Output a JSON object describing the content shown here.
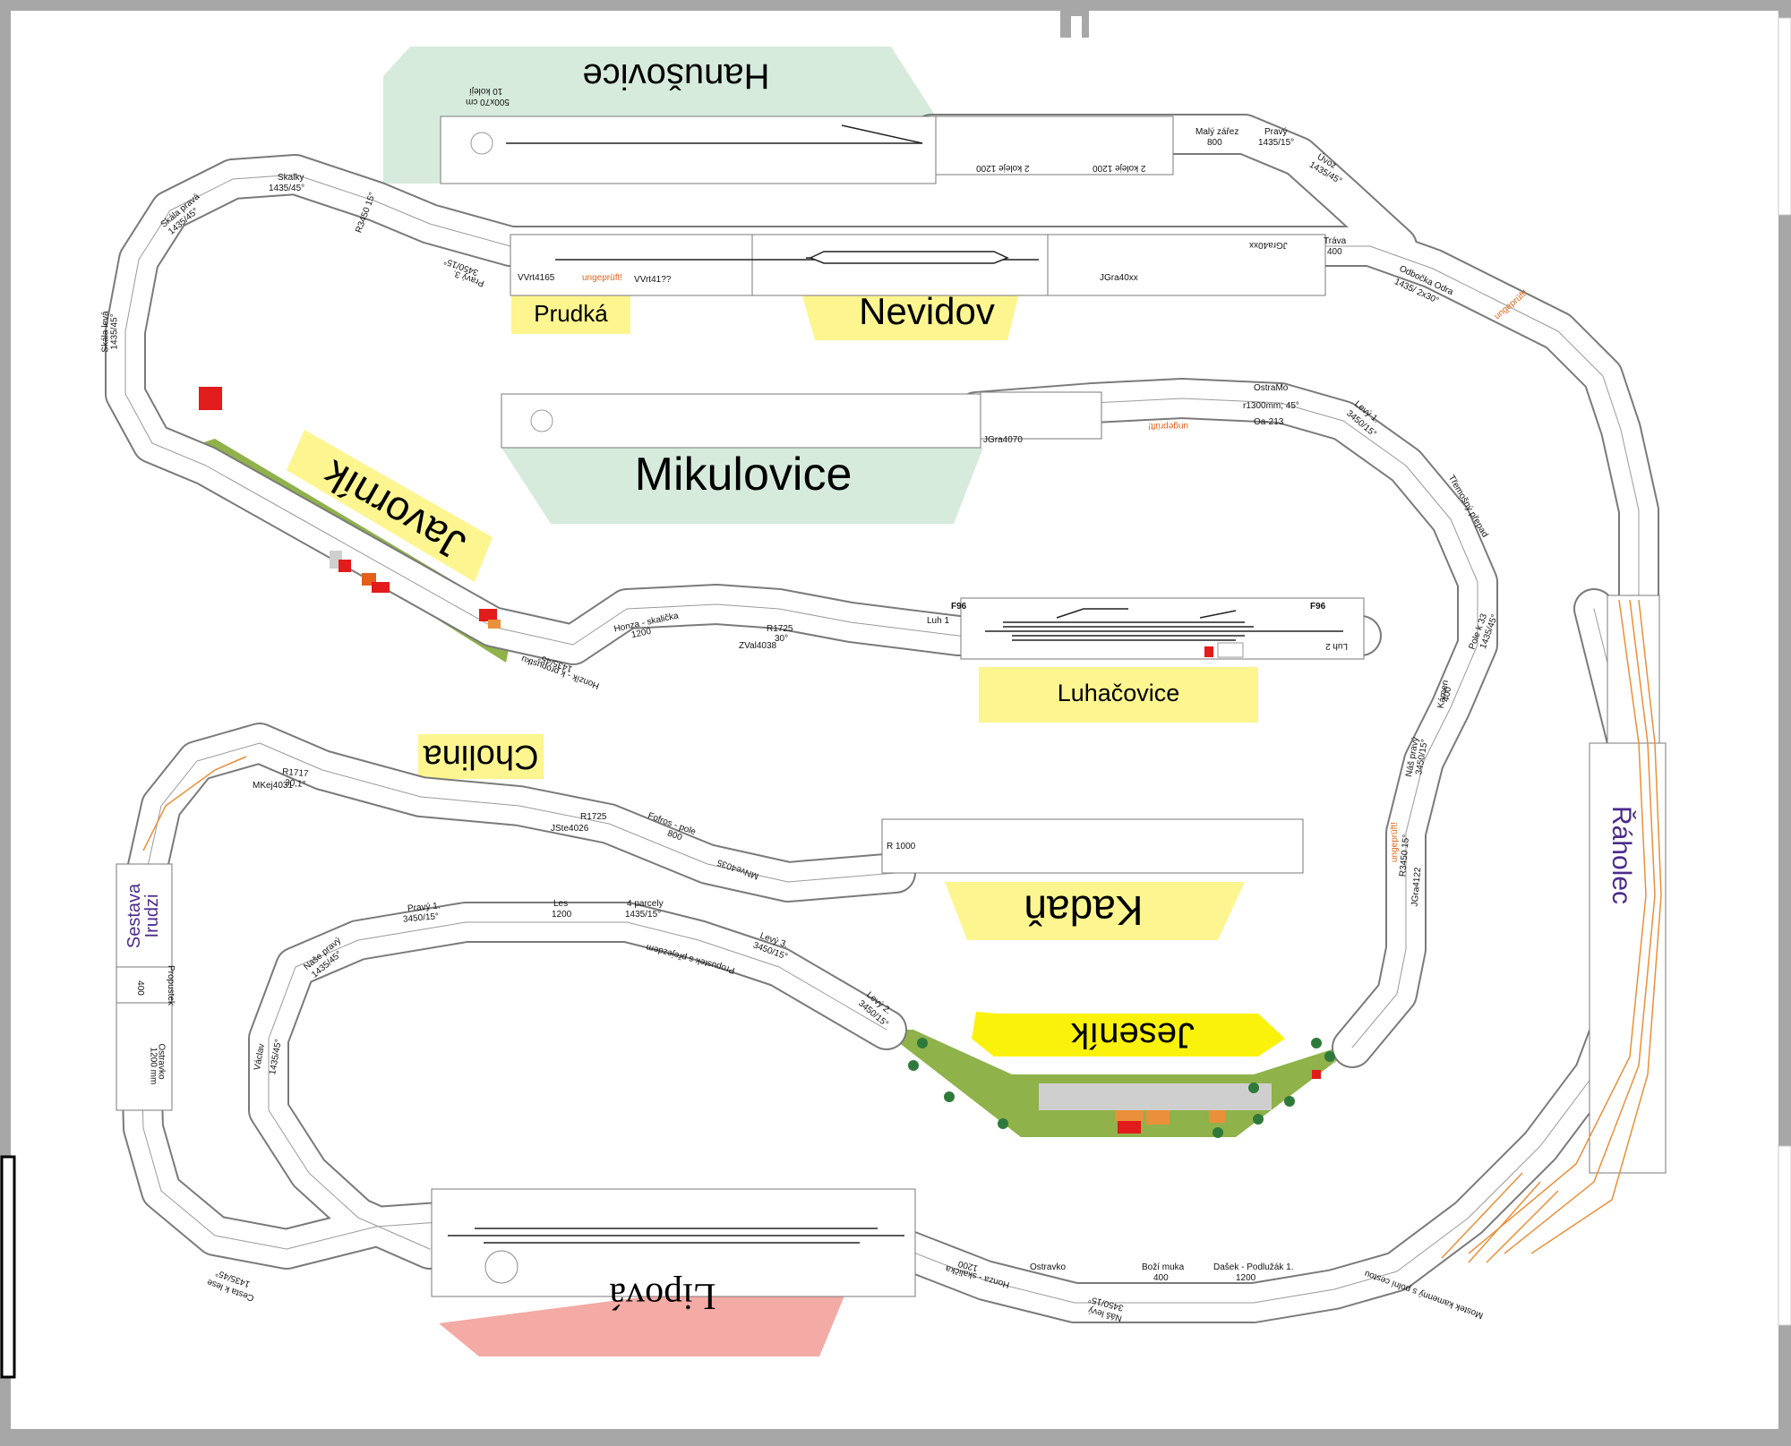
{
  "colors": {
    "wall": "#a7a7a7",
    "track_fill": "#ffffff",
    "track_edge": "#7a7a7a",
    "yellow_light": "#fdf58f",
    "yellow_strong": "#fbf20b",
    "green_light": "#d6ebdc",
    "green_grass": "#8fb24a",
    "pink": "#f4aaa5",
    "orange_track": "#ea8f3a",
    "purple_text": "#4b2a8c"
  },
  "stations": {
    "hanusovice": "Hanušovice",
    "nevidov": "Nevidov",
    "prudka": "Prudká",
    "mikulovice": "Mikulovice",
    "javornik": "Javorník",
    "luhacovice": "Luhačovice",
    "cholina": "Cholina",
    "kadan": "Kadaň",
    "jesenik": "Jeseník",
    "lipova": "Lipová",
    "raholec": "Řáholec",
    "sestava_line1": "Sestava",
    "sestava_line2": "Irudzi"
  },
  "segments": {
    "maly_zarez": "Malý zářez",
    "maly_zarez_len": "800",
    "pravy_top": "Pravý",
    "pravy_top_spec": "1435/15°",
    "kolej_2a": "2 koleje 1200",
    "kolej_2b": "2 koleje 1200",
    "uvoz": "Úvoz",
    "uvoz_spec": "1435/45°",
    "trava": "Tráva",
    "trava_len": "400",
    "odbocka_odra": "Odbočka Odra",
    "odbocka_spec": "1435/ 2x30°",
    "ungepruft_a": "ungeprüft!",
    "ungepruft_b": "ungeprüft!",
    "ungepruft_c": "ungeprüft!",
    "ungepruft_d": "ungeprüft!",
    "skalky": "Skalky",
    "skalky_spec": "1435/45°",
    "skala_prava": "Skála pravá",
    "skala_prava_spec": "1435/45°",
    "skala_leva": "Skála levá",
    "skala_leva_spec": "1435/45°",
    "vvrt4165": "VVrt4165",
    "vvrt4177": "VVrt41??",
    "r3450_15": "R3450 15°",
    "pravy_3": "Pravý 3.",
    "pravy_3_spec": "3450/15°",
    "jgra40xx": "JGra40xx",
    "jgra40xx_b": "JGra40xx",
    "ostrava_mo": "OstraMo",
    "honza_skalicka": "Honza - skalička",
    "honza_len": "1200",
    "r1725": "R1725",
    "r1725_ang": "30°",
    "zval4038": "ZVal4038",
    "honzik_propustek": "Honzík - k propustku",
    "honzik_spec": "1435/45°",
    "jgra4070": "JGra4070",
    "r1300": "r1300mm; 45°",
    "oa_213": "Oa-213",
    "levy_1": "Levý 1.",
    "levy_1_spec": "3450/15°",
    "tremosny": "Třemošný přepad",
    "pole_k33": "Pole k 33",
    "pole_spec": "1435/45°",
    "kamen": "Kámen",
    "kamen_len": "400",
    "nase_pravy": "Náš pravý",
    "nase_pravy_spec": "3450/15°",
    "r3450_15b": "R3450 15°",
    "jgra4122": "JGra4122",
    "luh1": "Luh 1",
    "luh2": "Luh 2",
    "f96_a": "F96",
    "f96_b": "F96",
    "r1717": "R1717",
    "r1717_ang": "30,1°",
    "mkej4031": "MKej4031",
    "r1725b": "R1725",
    "jste4026": "JSte4026",
    "fofros": "Fofros - pole",
    "fofros_len": "800",
    "mnve4035": "MNve4035",
    "r1000": "R 1000",
    "pravy_1": "Pravý 1.",
    "pravy_1_spec": "3450/15°",
    "les": "Les",
    "les_len": "1200",
    "parcely": "4 parcely",
    "parcely_spec": "1435/15°",
    "propustek": "Propustek s přejezdem",
    "levy_3": "Levý 3.",
    "levy_3_spec": "3450/15°",
    "levy_2": "Levý 2.",
    "levy_2_spec": "3450/15°",
    "nasse_pravy": "Naše pravý",
    "nasse_pravy_spec": "1435/45°",
    "vaclav": "Václav",
    "vaclav_spec": "1435/45°",
    "propustek2": "Propustek",
    "propustek2_len": "400",
    "ostravko": "Ostravko",
    "ostravko_len": "1200 mm",
    "cesta_k_lese": "Cesta k lese",
    "cesta_spec": "1435/45°",
    "ostravko_b": "Ostravko",
    "bozi_muka": "Boží muka",
    "bozi_muka_len": "400",
    "dasek": "Dašek - Podlužák 1.",
    "dasek_len": "1200",
    "honza_skalicka_b": "Honza - skalička",
    "honza_b_len": "1200",
    "nase_levy": "Náš levý",
    "nase_levy_spec": "3450/15°",
    "mostek": "Mostek kamenný s polní cestou",
    "kolejiste_note": "500x70 cm",
    "koleji_note": "10 kolejí"
  }
}
